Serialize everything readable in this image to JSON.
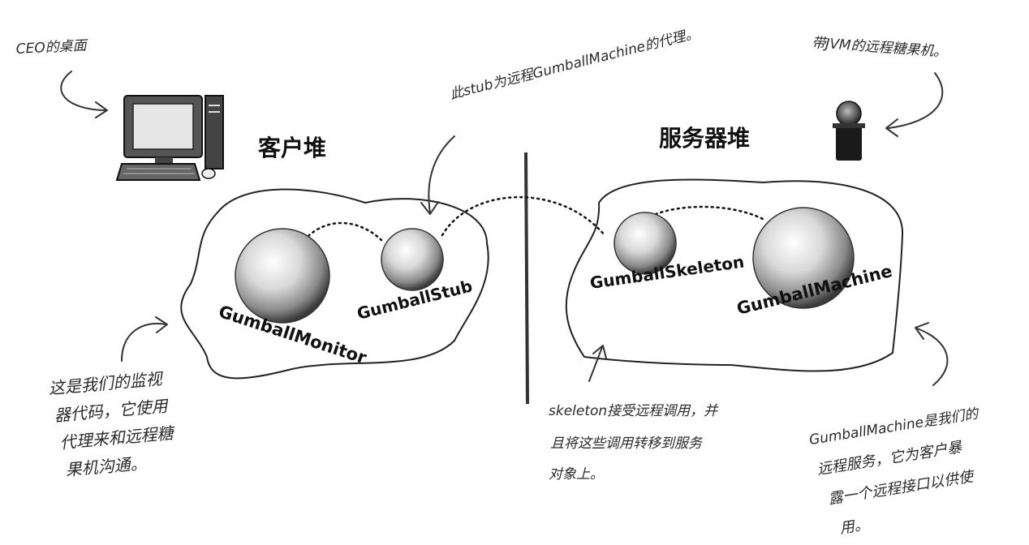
{
  "headings": {
    "client": "客户堆",
    "server": "服务器堆"
  },
  "objects": {
    "monitor": "GumballMonitor",
    "stub": "GumballStub",
    "skeleton": "GumballSkeleton",
    "machine": "GumballMachine"
  },
  "notes": {
    "ceo_desktop": "CEO的桌面",
    "stub_desc": "此stub为远程GumballMachine的代理。",
    "remote_machine": "带JVM的远程糖果机。",
    "monitor_desc": [
      "这是我们的监视",
      "器代码，它使用",
      "代理来和远程糖",
      "果机沟通。"
    ],
    "skeleton_desc": [
      "skeleton接受远程调用，并",
      "且将这些调用转移到服务",
      "对象上。"
    ],
    "machine_desc": [
      "GumballMachine是我们的",
      "远程服务，它为客户暴",
      "露一个远程接口以供使",
      "用。"
    ]
  }
}
